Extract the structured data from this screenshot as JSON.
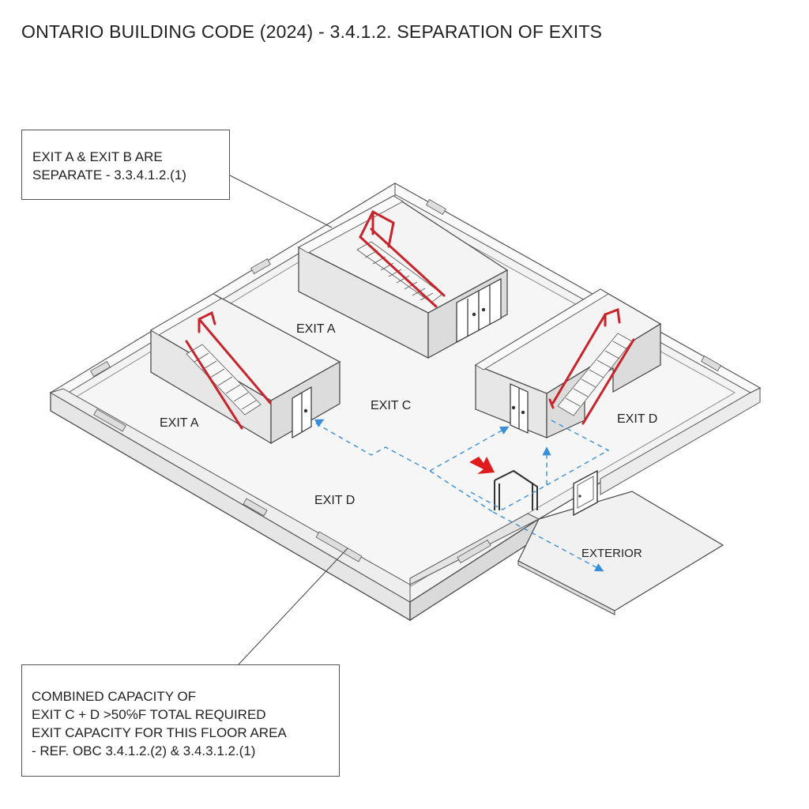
{
  "title": "ONTARIO BUILDING CODE (2024) - 3.4.1.2. SEPARATION OF EXITS",
  "callouts": {
    "top": {
      "lines": [
        "EXIT A & EXIT B ARE",
        "SEPARATE - 3.3.4.1.2.(1)"
      ]
    },
    "bottom": {
      "lines": [
        "COMBINED CAPACITY OF",
        "EXIT C + D >50℅F TOTAL REQUIRED",
        "EXIT CAPACITY FOR THIS FLOOR AREA",
        "- REF. OBC 3.4.1.2.(2) & 3.4.3.1.2.(1)"
      ]
    }
  },
  "labels": {
    "exit_a_upper": "EXIT A",
    "exit_a_left": "EXIT A",
    "exit_c": "EXIT C",
    "exit_d_right": "EXIT D",
    "exit_d_floor": "EXIT D",
    "exterior": "EXTERIOR"
  },
  "colors": {
    "wall_face": "#e9e9e9",
    "wall_top": "#f7f7f7",
    "floor": "#f2f2f2",
    "outline": "#4a4a4a",
    "handrail": "#c8242b",
    "egress_path": "#3a8fd9",
    "arrow": "#e01b1b"
  }
}
